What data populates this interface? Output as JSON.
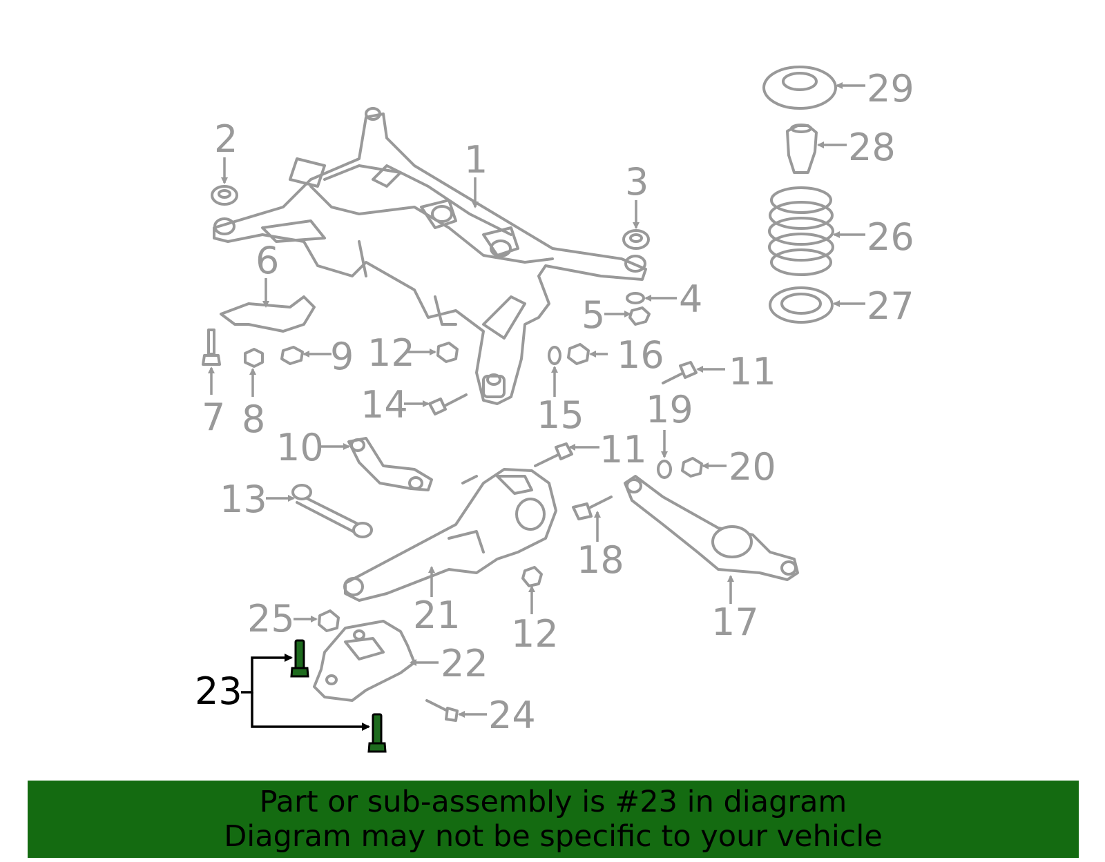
{
  "highlight": {
    "part_number": "23",
    "color": "#146b11",
    "bolt_color": "#1e6b1e"
  },
  "labels": {
    "l1": "1",
    "l2": "2",
    "l3": "3",
    "l4": "4",
    "l5": "5",
    "l6": "6",
    "l7": "7",
    "l8": "8",
    "l9": "9",
    "l10": "10",
    "l11a": "11",
    "l11b": "11",
    "l12a": "12",
    "l12b": "12",
    "l13": "13",
    "l14": "14",
    "l15": "15",
    "l16": "16",
    "l17": "17",
    "l18": "18",
    "l19": "19",
    "l20": "20",
    "l21": "21",
    "l22": "22",
    "l23": "23",
    "l24": "24",
    "l25": "25",
    "l26": "26",
    "l27": "27",
    "l28": "28",
    "l29": "29"
  },
  "banner": {
    "line1": "Part or sub-assembly is #23 in diagram",
    "line2": "Diagram may not be specific to your vehicle"
  }
}
